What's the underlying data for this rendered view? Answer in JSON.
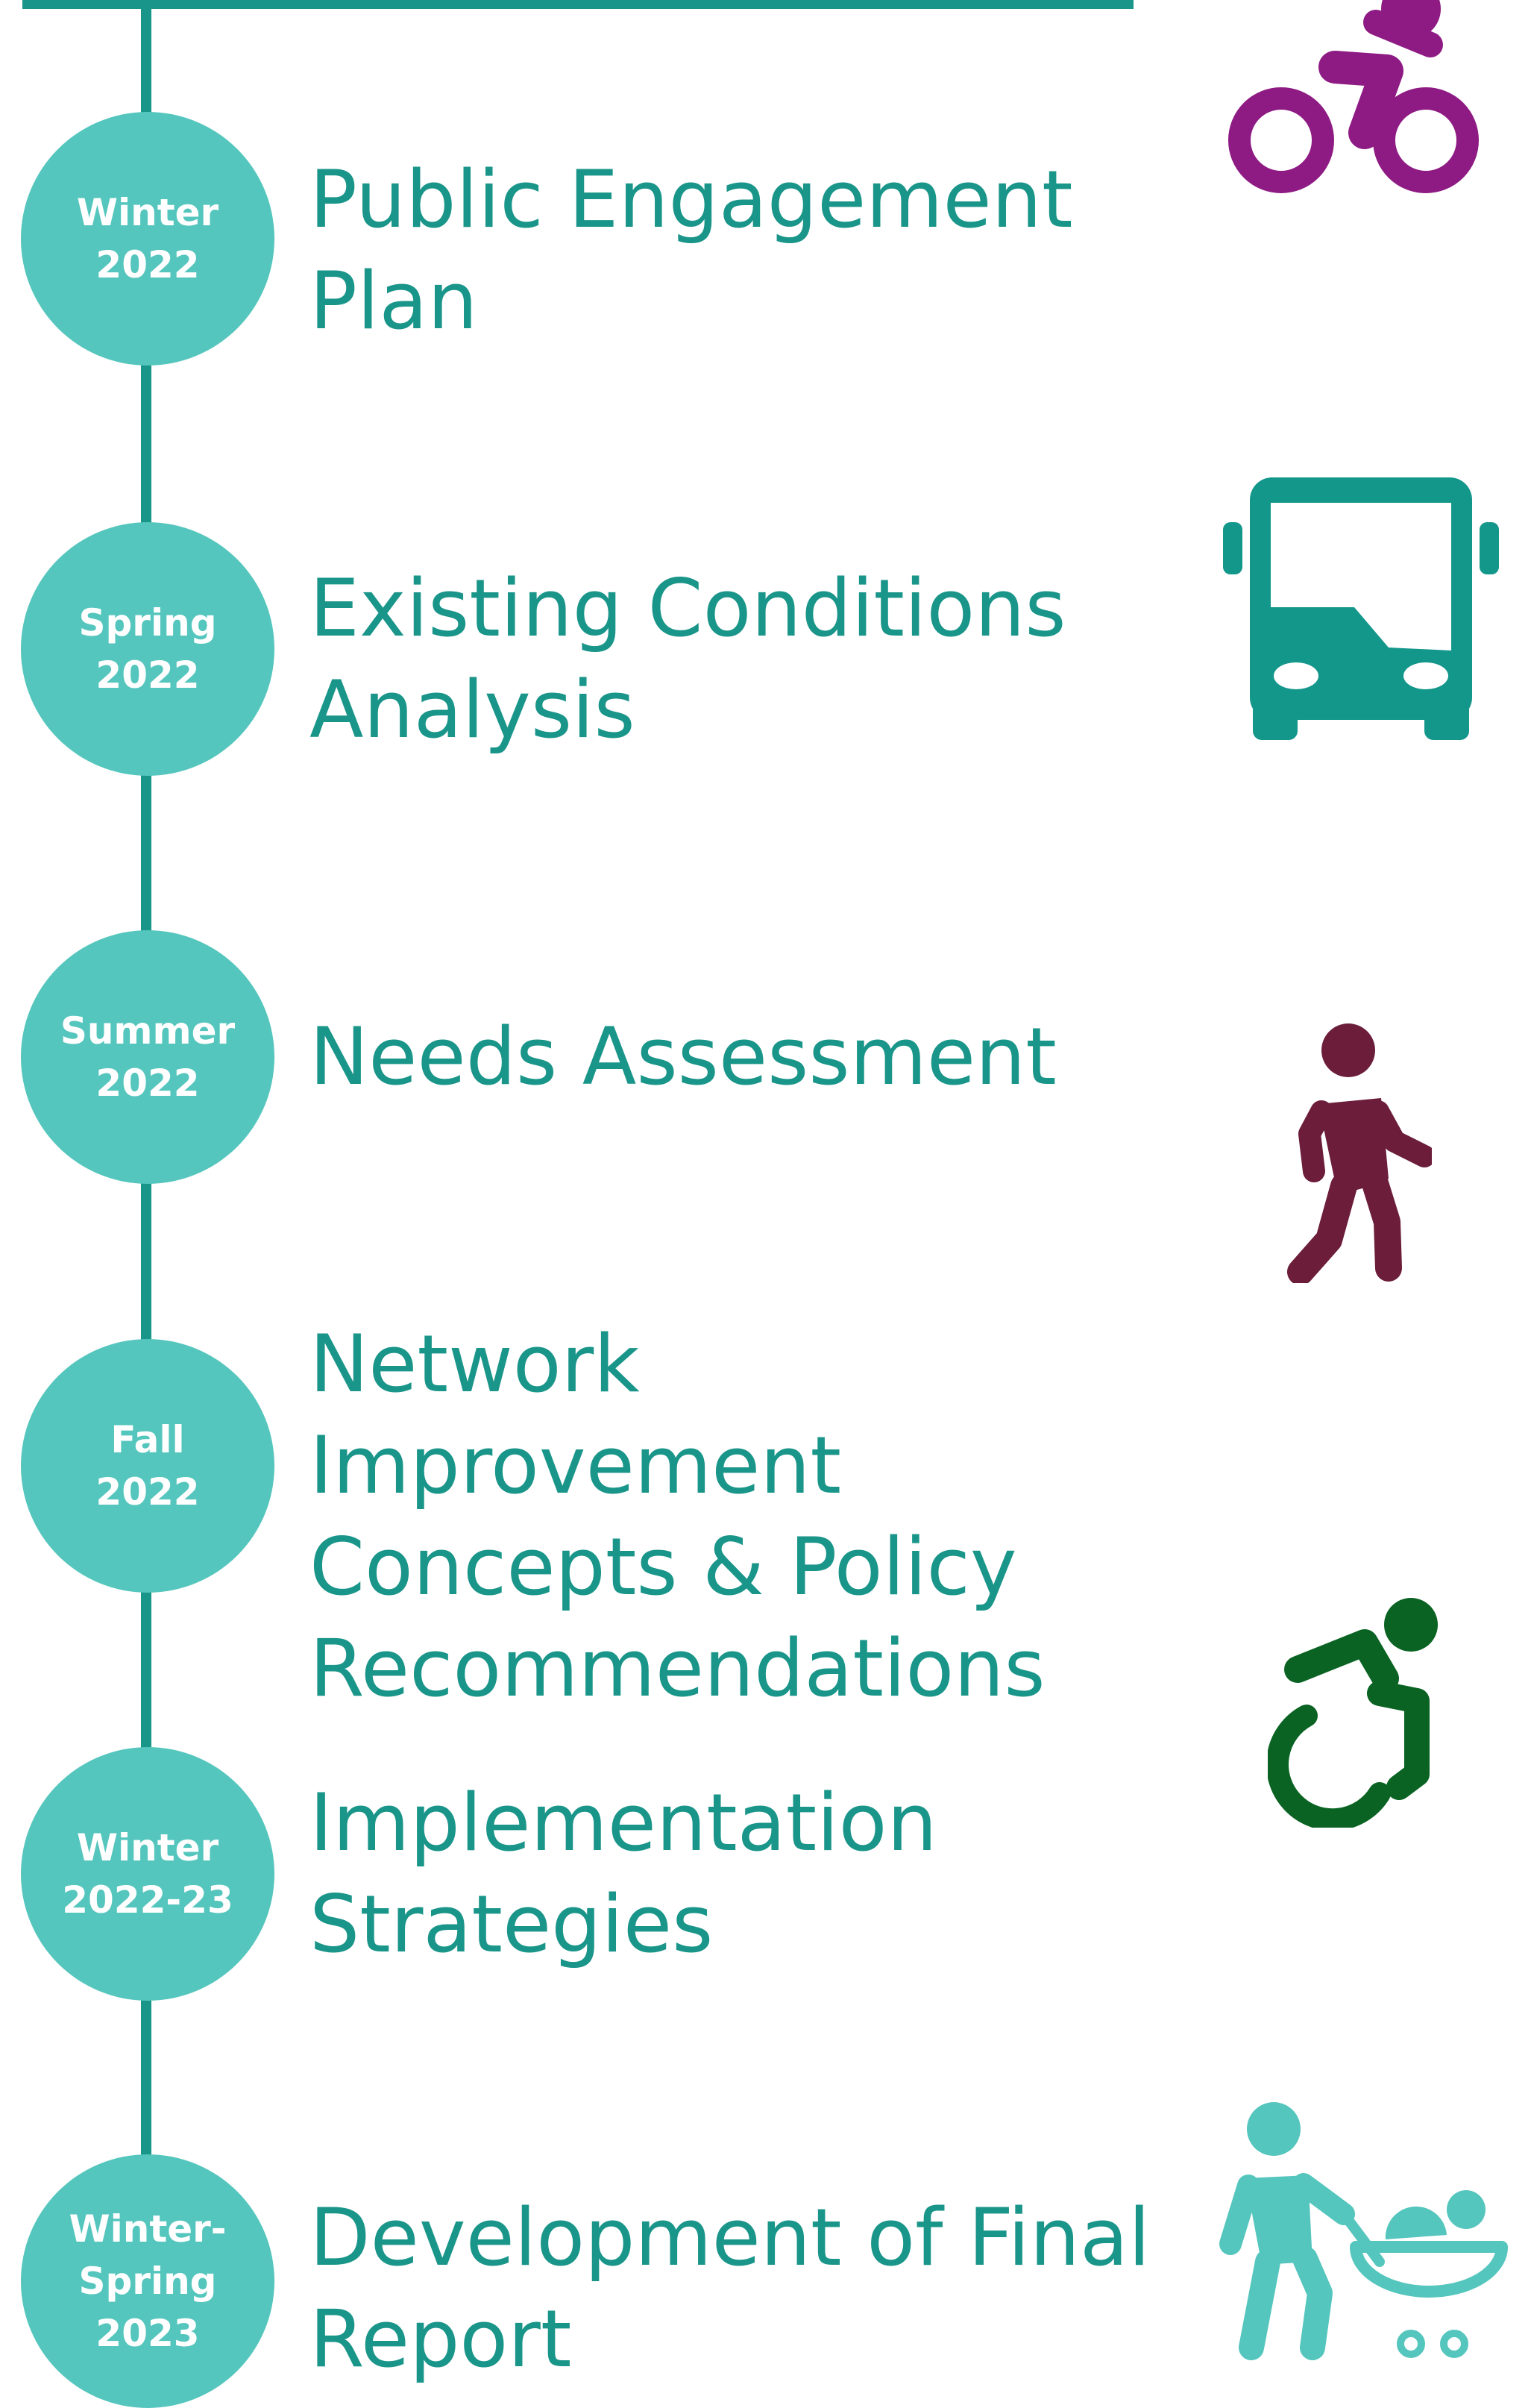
{
  "colors": {
    "accent": "#1a9589",
    "node": "#55c6bd",
    "node_text": "#ffffff",
    "bike": "#8e1b83",
    "bus": "#14978b",
    "walk": "#6b1d3a",
    "wheelchair": "#0a6323",
    "stroller": "#55c6bd"
  },
  "milestones": [
    {
      "period": "Winter\n2022",
      "title": "Public Engagement\nPlan",
      "icon": "bicycle-icon"
    },
    {
      "period": "Spring\n2022",
      "title": "Existing Conditions\nAnalysis",
      "icon": "bus-icon"
    },
    {
      "period": "Summer\n2022",
      "title": "Needs Assessment",
      "icon": "pedestrian-icon"
    },
    {
      "period": "Fall\n2022",
      "title": "Network Improvement\nConcepts & Policy\nRecommendations",
      "icon": "none"
    },
    {
      "period": "Winter\n2022-23",
      "title": "Implementation\nStrategies",
      "icon": "wheelchair-icon"
    },
    {
      "period": "Winter-\nSpring\n2023",
      "title": "Development of Final\nReport",
      "icon": "stroller-icon"
    }
  ]
}
